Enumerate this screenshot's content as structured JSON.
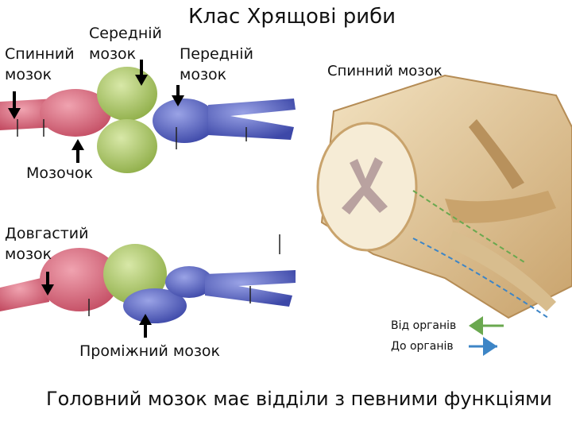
{
  "title": "Клас Хрящові риби",
  "labels": {
    "spinal_cord_left": [
      "Спинний",
      "мозок"
    ],
    "midbrain": [
      "Середній",
      "мозок"
    ],
    "forebrain": [
      "Передній",
      "мозок"
    ],
    "cerebellum": "Мозочок",
    "medulla": [
      "Довгастий",
      "мозок"
    ],
    "diencephalon": "Проміжний мозок",
    "spinal_cord_right": "Спинний мозок"
  },
  "legend": {
    "from_organs": "Від органів",
    "to_organs": "До органів",
    "from_color": "#6aa84f",
    "to_color": "#3d85c6"
  },
  "footer": "Головний мозок має відділи з певними функціями",
  "colors": {
    "hindbrain": "#d9667a",
    "midbrain": "#a9c46a",
    "forebrain": "#5b67c9",
    "spinal_tissue": "#e6cfa3"
  }
}
